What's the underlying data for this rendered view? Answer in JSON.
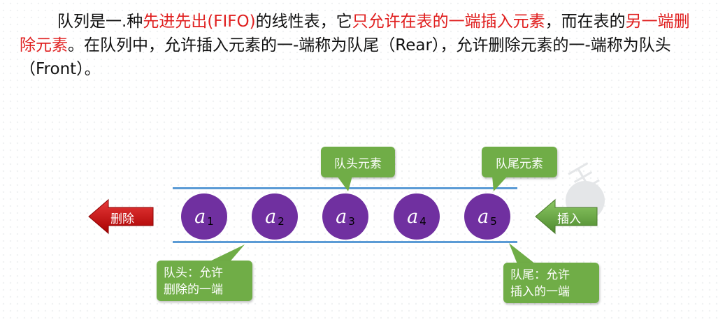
{
  "paragraph": {
    "s1": "队列是一.种",
    "s2": "先进先出(FIFO)",
    "s3": "的线性表，它",
    "s4": "只允许在表的一端插入元素",
    "s5": "，而在表的",
    "s6": "另一端删除元素",
    "s7": "。在队列中，允许插入元素的一-端称为队尾（Rear），允许删除元素的一-端称为队头（Front）。"
  },
  "elements": [
    {
      "label": "a",
      "sub": "1"
    },
    {
      "label": "a",
      "sub": "2"
    },
    {
      "label": "a",
      "sub": "3"
    },
    {
      "label": "a",
      "sub": "4"
    },
    {
      "label": "a",
      "sub": "5"
    }
  ],
  "callouts": {
    "head_element": "队头元素",
    "tail_element": "队尾元素",
    "head_desc_line1": "队头：允许",
    "head_desc_line2": "删除的一端",
    "tail_desc_line1": "队尾：允许",
    "tail_desc_line2": "插入的一端"
  },
  "arrows": {
    "delete_label": "删除",
    "insert_label": "插入"
  },
  "colors": {
    "highlight": "#e02020",
    "element_fill": "#7030a0",
    "rail": "#5b9bd5",
    "callout": "#70ad47",
    "delete_arrow": "#c00000",
    "insert_arrow": "#70ad47"
  }
}
